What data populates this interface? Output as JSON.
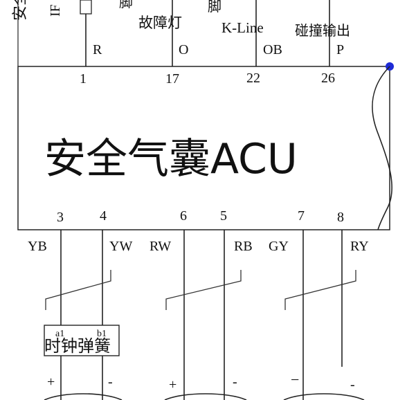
{
  "diagram": {
    "module_label": "安全气囊ACU",
    "top_partial_text": {
      "left_vertical_1": "安全",
      "left_vertical_2": "IF",
      "top_cut": "脚",
      "top_cut_2": "脚"
    },
    "top_labels": {
      "fault_light": "故障灯",
      "kline": "K-Line",
      "crash_output": "碰撞输出"
    },
    "top_pins": [
      {
        "signal": "R",
        "number": "1"
      },
      {
        "signal": "O",
        "number": "17"
      },
      {
        "signal": "OB",
        "number": "22"
      },
      {
        "signal": "P",
        "number": "26"
      }
    ],
    "bottom_pins": [
      {
        "number": "3",
        "color": "YB"
      },
      {
        "number": "4",
        "color": "YW"
      },
      {
        "number": "6",
        "color": "RW"
      },
      {
        "number": "5",
        "color": "RB"
      },
      {
        "number": "7",
        "color": "GY"
      },
      {
        "number": "8",
        "color": "RY"
      }
    ],
    "clock_spring": {
      "label": "时钟弹簧",
      "pin_a": "a1",
      "pin_b": "b1"
    },
    "polarity": [
      "+",
      "-",
      "+",
      "-",
      "−",
      "-"
    ],
    "colors": {
      "line": "#222222",
      "dot": "#1e2bd6"
    }
  }
}
